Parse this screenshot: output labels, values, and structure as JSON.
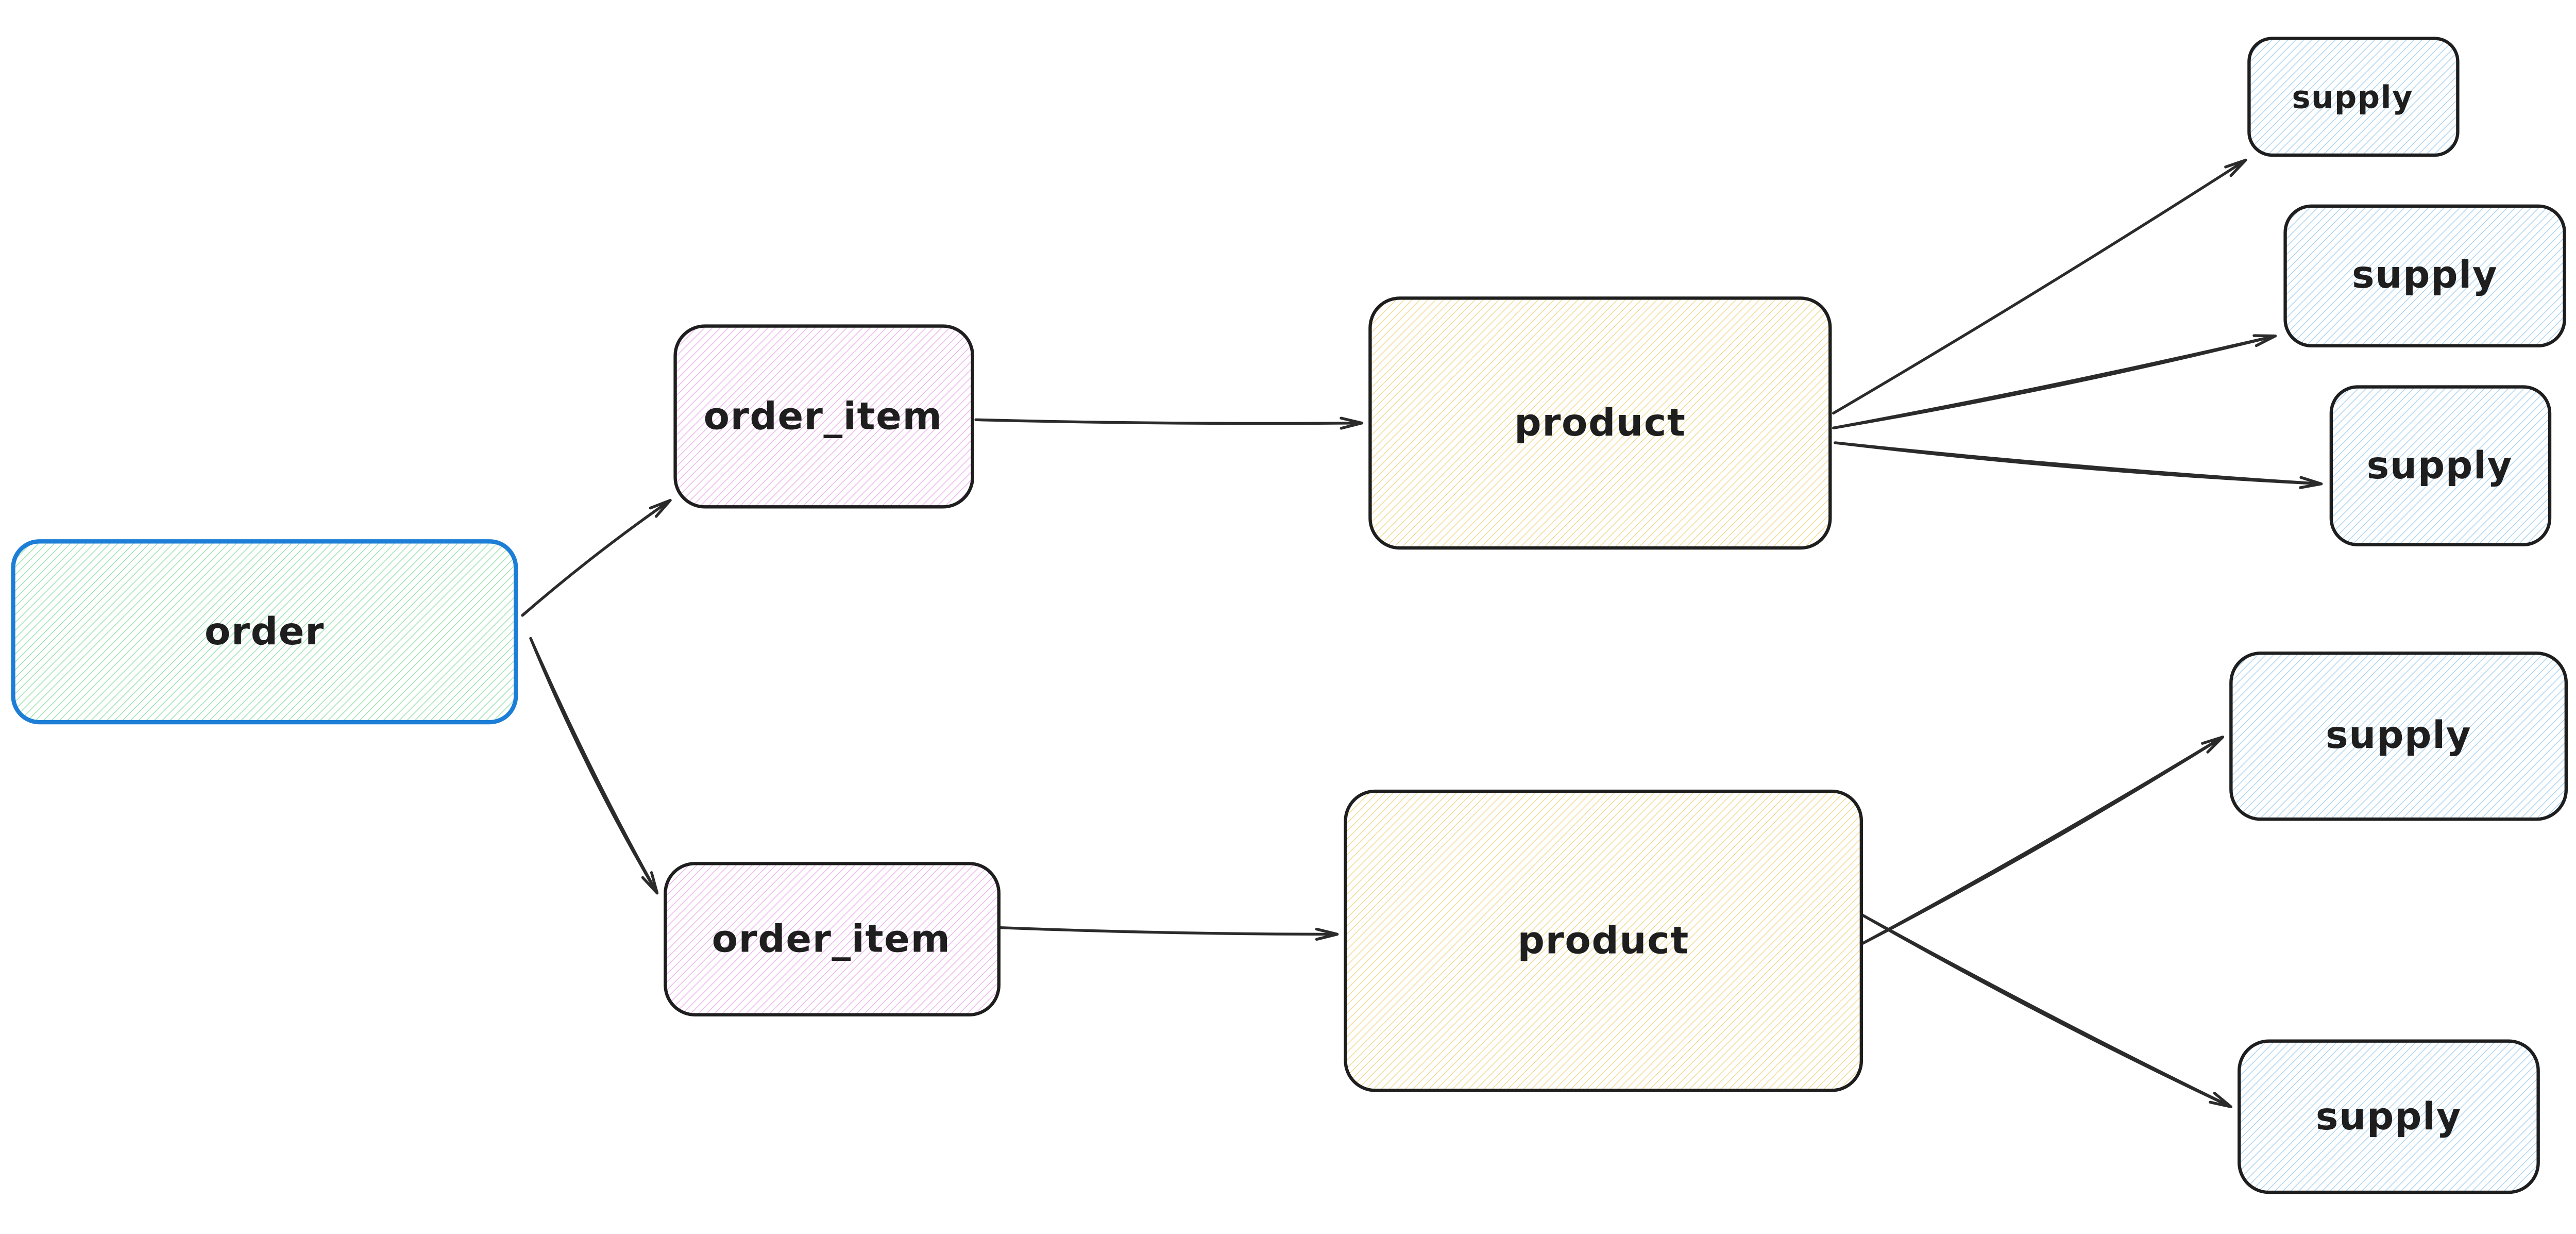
{
  "diagram": {
    "background": "#ffffff",
    "palette": {
      "arrow_color": "#2b2b2b",
      "dark_stroke": "#1e1e1e",
      "blue_stroke": "#1c7ed6",
      "hatch_green": "#96e3aa",
      "hatch_pink": "#eeb2ee",
      "hatch_yellow": "#f2d98c",
      "hatch_blue": "#a8d3f2"
    },
    "nodes": {
      "order": {
        "label": "order",
        "stroke": "#1c7ed6",
        "hatch": "#96e3aa"
      },
      "order_item_1": {
        "label": "order_item",
        "stroke": "#1e1e1e",
        "hatch": "#eeb2ee"
      },
      "order_item_2": {
        "label": "order_item",
        "stroke": "#1e1e1e",
        "hatch": "#eeb2ee"
      },
      "product_1": {
        "label": "product",
        "stroke": "#1e1e1e",
        "hatch": "#f2d98c"
      },
      "product_2": {
        "label": "product",
        "stroke": "#1e1e1e",
        "hatch": "#f2d98c"
      },
      "supply_1": {
        "label": "supply",
        "stroke": "#1e1e1e",
        "hatch": "#a8d3f2"
      },
      "supply_2": {
        "label": "supply",
        "stroke": "#1e1e1e",
        "hatch": "#a8d3f2"
      },
      "supply_3": {
        "label": "supply",
        "stroke": "#1e1e1e",
        "hatch": "#a8d3f2"
      },
      "supply_4": {
        "label": "supply",
        "stroke": "#1e1e1e",
        "hatch": "#a8d3f2"
      },
      "supply_5": {
        "label": "supply",
        "stroke": "#1e1e1e",
        "hatch": "#a8d3f2"
      }
    },
    "edges": [
      {
        "from": "order",
        "to": "order_item_1"
      },
      {
        "from": "order",
        "to": "order_item_2"
      },
      {
        "from": "order_item_1",
        "to": "product_1"
      },
      {
        "from": "order_item_2",
        "to": "product_2"
      },
      {
        "from": "product_1",
        "to": "supply_1"
      },
      {
        "from": "product_1",
        "to": "supply_2"
      },
      {
        "from": "product_1",
        "to": "supply_3"
      },
      {
        "from": "product_2",
        "to": "supply_4"
      },
      {
        "from": "product_2",
        "to": "supply_5"
      }
    ]
  }
}
